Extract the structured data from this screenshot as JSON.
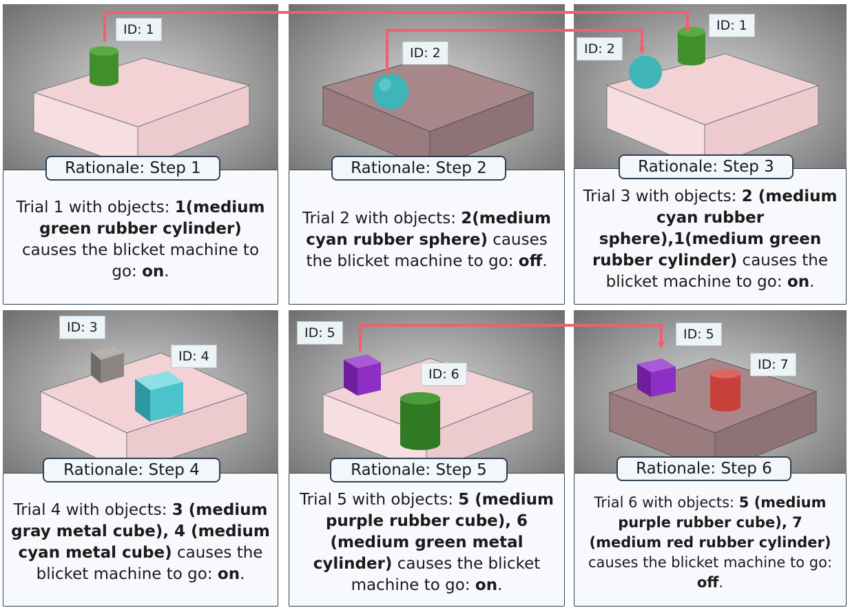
{
  "panels": [
    {
      "step_label": "Rationale: Step 1",
      "caption": {
        "pre": "Trial 1 with objects: ",
        "bold1": "1(medium green rubber cylinder)",
        "mid": " causes the blicket machine to go: ",
        "bold2": "on",
        "post": "."
      },
      "ids": [
        "ID: 1"
      ]
    },
    {
      "step_label": "Rationale: Step 2",
      "caption": {
        "pre": "Trial 2 with objects: ",
        "bold1": "2(medium cyan rubber sphere)",
        "mid": " causes the blicket machine to go: ",
        "bold2": "off",
        "post": "."
      },
      "ids": [
        "ID: 2"
      ]
    },
    {
      "step_label": "Rationale: Step 3",
      "caption": {
        "pre": "Trial 3 with objects: ",
        "bold1": "2 (medium cyan rubber sphere),1(medium green rubber cylinder)",
        "mid": " causes the blicket machine to go: ",
        "bold2": "on",
        "post": "."
      },
      "ids": [
        "ID: 2",
        "ID: 1"
      ]
    },
    {
      "step_label": "Rationale: Step 4",
      "caption": {
        "pre": "Trial 4 with objects: ",
        "bold1": "3 (medium gray metal cube), 4 (medium cyan metal cube)",
        "mid": " causes the blicket machine to go: ",
        "bold2": "on",
        "post": "."
      },
      "ids": [
        "ID: 3",
        "ID: 4"
      ]
    },
    {
      "step_label": "Rationale: Step 5",
      "caption": {
        "pre": "Trial 5 with objects: ",
        "bold1": "5 (medium purple rubber cube), 6 (medium green metal cylinder)",
        "mid": " causes the blicket machine to go: ",
        "bold2": "on",
        "post": "."
      },
      "ids": [
        "ID: 5",
        "ID: 6"
      ]
    },
    {
      "step_label": "Rationale: Step 6",
      "caption": {
        "pre": "Trial 6 with objects: ",
        "bold1": "5 (medium purple rubber cube), 7 (medium red rubber cylinder)",
        "mid": " causes the blicket machine to go: ",
        "bold2": "off",
        "post": "."
      },
      "ids": [
        "ID: 5",
        "ID: 7"
      ]
    }
  ],
  "colors": {
    "arrow": "#f0606f",
    "machine_on": "#f3d3d6",
    "machine_off": "#a7878a",
    "green_rubber": "#3f8f2c",
    "cyan_rubber": "#3fb5b8",
    "gray_metal": "#8b8682",
    "cyan_metal": "#4dc3cc",
    "purple_rubber": "#8d2fc4",
    "green_metal": "#2f7a22",
    "red_rubber": "#c8403a"
  }
}
